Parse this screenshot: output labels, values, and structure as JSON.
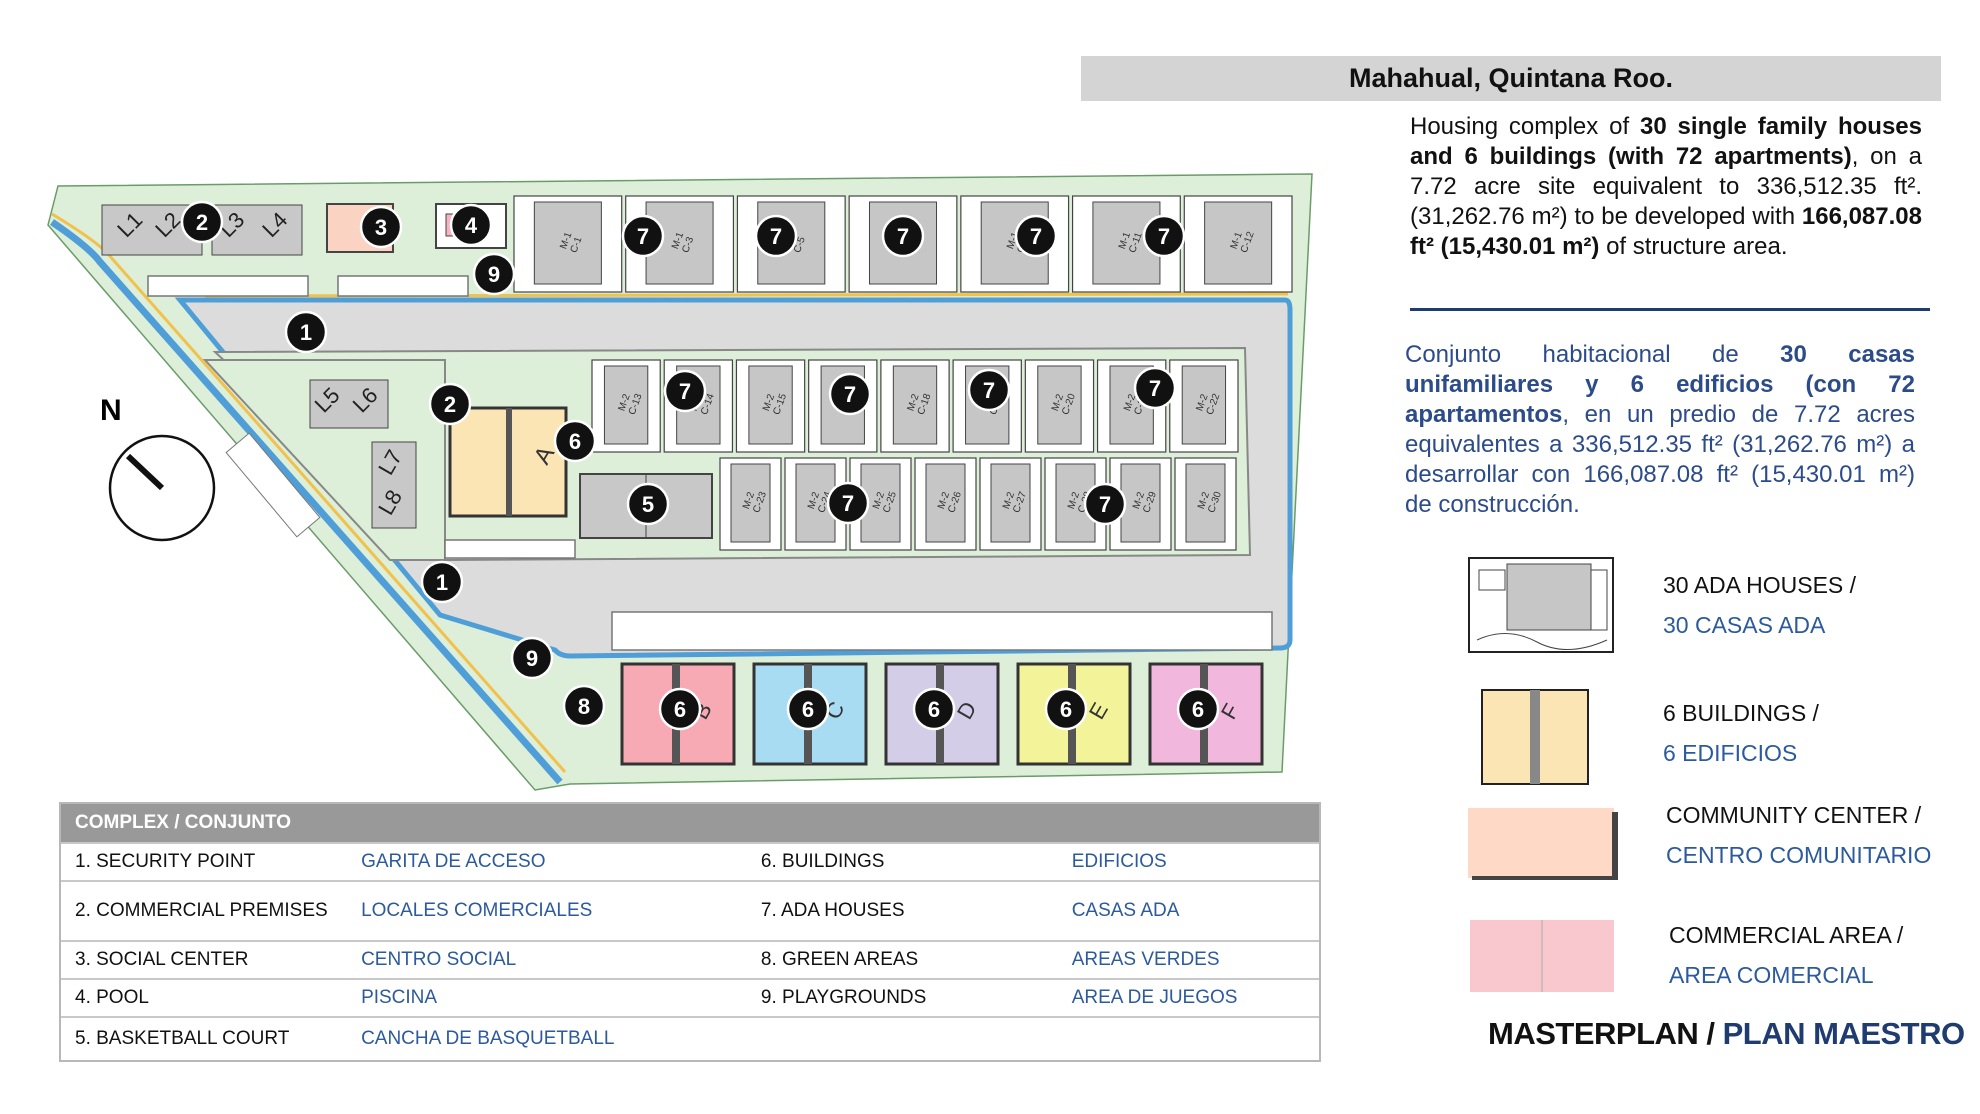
{
  "location": "Mahahual, Quintana Roo.",
  "description_en": {
    "p1": "Housing complex of ",
    "b1": "30 single family houses and 6 buildings (with 72 apartments)",
    "p2": ", on a 7.72 acre site equivalent to 336,512.35 ft². (31,262.76 m²) to be developed with ",
    "b2": "166,087.08 ft² (15,430.01 m²)",
    "p3": " of structure area."
  },
  "description_es": {
    "p1": "Conjunto habitacional de ",
    "b1": "30 casas unifamiliares y 6 edificios (con 72 apartamentos",
    "p2": ", en un predio de 7.72 acres equivalentes a 336,512.35 ft² (31,262.76 m²) a desarrollar con 166,087.08  ft² (15,430.01 m²) de construcción."
  },
  "legend": [
    {
      "en": "30 ADA HOUSES /",
      "es": "30 CASAS ADA",
      "color": "#c8c8c8"
    },
    {
      "en": "6 BUILDINGS /",
      "es": "6 EDIFICIOS",
      "color": "#fce5b4"
    },
    {
      "en": "COMMUNITY CENTER /",
      "es": "CENTRO COMUNITARIO",
      "color": "#fdd9c6"
    },
    {
      "en": "COMMERCIAL AREA /",
      "es": "AREA COMERCIAL",
      "color": "#f9c8cf"
    }
  ],
  "masterplan": {
    "en": "MASTERPLAN /",
    "es": " PLAN MAESTRO"
  },
  "table": {
    "header": "COMPLEX / CONJUNTO",
    "rows": [
      {
        "a_en": "1. SECURITY POINT",
        "a_es": "GARITA DE ACCESO",
        "b_en": "6. BUILDINGS",
        "b_es": "EDIFICIOS"
      },
      {
        "a_en": "2. COMMERCIAL PREMISES",
        "a_es": "LOCALES COMERCIALES",
        "b_en": "7. ADA HOUSES",
        "b_es": "CASAS ADA"
      },
      {
        "a_en": "3. SOCIAL CENTER",
        "a_es": "CENTRO SOCIAL",
        "b_en": "8. GREEN AREAS",
        "b_es": "AREAS VERDES"
      },
      {
        "a_en": "4. POOL",
        "a_es": "PISCINA",
        "b_en": "9. PLAYGROUNDS",
        "b_es": "AREA DE JUEGOS"
      },
      {
        "a_en": "5. BASKETBALL COURT",
        "a_es": "CANCHA DE BASQUETBALL",
        "b_en": "",
        "b_es": ""
      }
    ]
  },
  "map": {
    "north": "N",
    "locales": [
      "L1",
      "L2",
      "L3",
      "L4",
      "L5",
      "L6",
      "L7",
      "L8"
    ],
    "markers": [
      "1",
      "2",
      "3",
      "4",
      "5",
      "6",
      "7",
      "8",
      "9"
    ],
    "buildings": [
      "A",
      "B",
      "C",
      "D",
      "E",
      "F"
    ],
    "building_colors": {
      "A": "#fce5b4",
      "B": "#f7a9b4",
      "C": "#a8dcf3",
      "D": "#d4cde8",
      "E": "#f3f39a",
      "F": "#f1b7dd"
    },
    "houses_top": [
      "M-1 C-1",
      "M-1 C-3",
      "M-1 C-5",
      "M-1 C-7",
      "M-1 C-9",
      "M-1 C-11",
      "M-1 C-12"
    ],
    "houses_mid": [
      "M-2 C-13",
      "M-2 C-14",
      "M-2 C-15",
      "M-2 C-17",
      "M-2 C-18",
      "M-2 C-19",
      "M-2 C-20",
      "M-2 C-21",
      "M-2 C-22"
    ],
    "houses_bot": [
      "M-2 C-23",
      "M-2 C-24",
      "M-2 C-25",
      "M-2 C-26",
      "M-2 C-27",
      "M-2 C-28",
      "M-2 C-29",
      "M-2 C-30"
    ],
    "colors": {
      "green": "#ddefd9",
      "road": "#dcdcdc",
      "water": "#4f9ed8",
      "path": "#f1c14c",
      "house": "#c6c6c6",
      "social": "#fad3c3"
    }
  }
}
